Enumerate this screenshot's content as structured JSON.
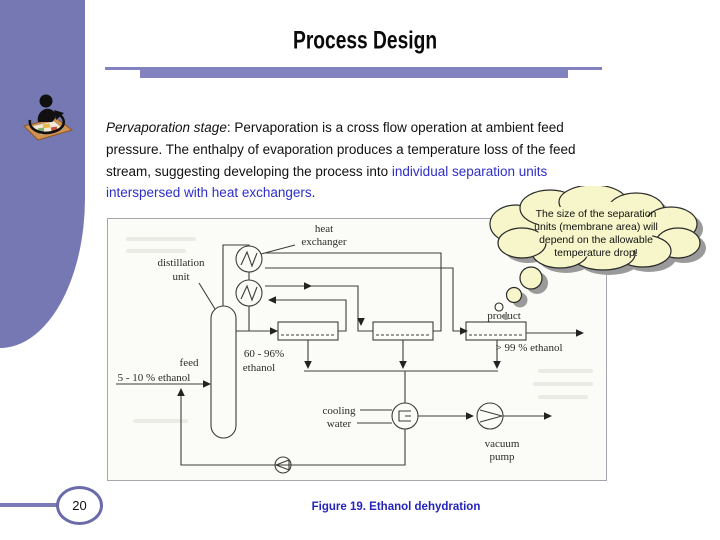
{
  "slide": {
    "title": "Process Design",
    "page_number": "20",
    "caption": "Figure 19. Ethanol dehydration"
  },
  "body": {
    "line1_italic": "Pervaporation stage",
    "line1_rest": ": Pervaporation is a cross flow operation at ambient feed",
    "line2": "pressure. The enthalpy of evaporation produces a temperature loss of the feed",
    "line3_black": "stream, suggesting developing the process into ",
    "line3_blue": "individual separation units",
    "line4_blue": "interspersed with heat exchangers",
    "line4_period": "."
  },
  "callout": {
    "lines": [
      "The size of the separation",
      "units (membrane area)  will",
      "depend on the allowable",
      "temperature drop!"
    ]
  },
  "diagram": {
    "heat_exchanger": [
      "heat",
      "exchanger"
    ],
    "distillation_unit": [
      "distillation",
      "unit"
    ],
    "feed": [
      "feed",
      "5 - 10 % ethanol"
    ],
    "intermediate": [
      "60 - 96%",
      "ethanol"
    ],
    "product": [
      "product",
      "> 99 % ethanol"
    ],
    "cooling_water": [
      "cooling",
      "water"
    ],
    "vacuum_pump": [
      "vacuum",
      "pump"
    ]
  },
  "colors": {
    "sidebar_purple": "#7678b3",
    "accent_bar": "#8282be",
    "highlight_blue": "#2e2ec8",
    "caption_blue": "#2424bd",
    "cloud_fill": "#f6f6ca",
    "cloud_shadow": "#9a9a9a"
  }
}
